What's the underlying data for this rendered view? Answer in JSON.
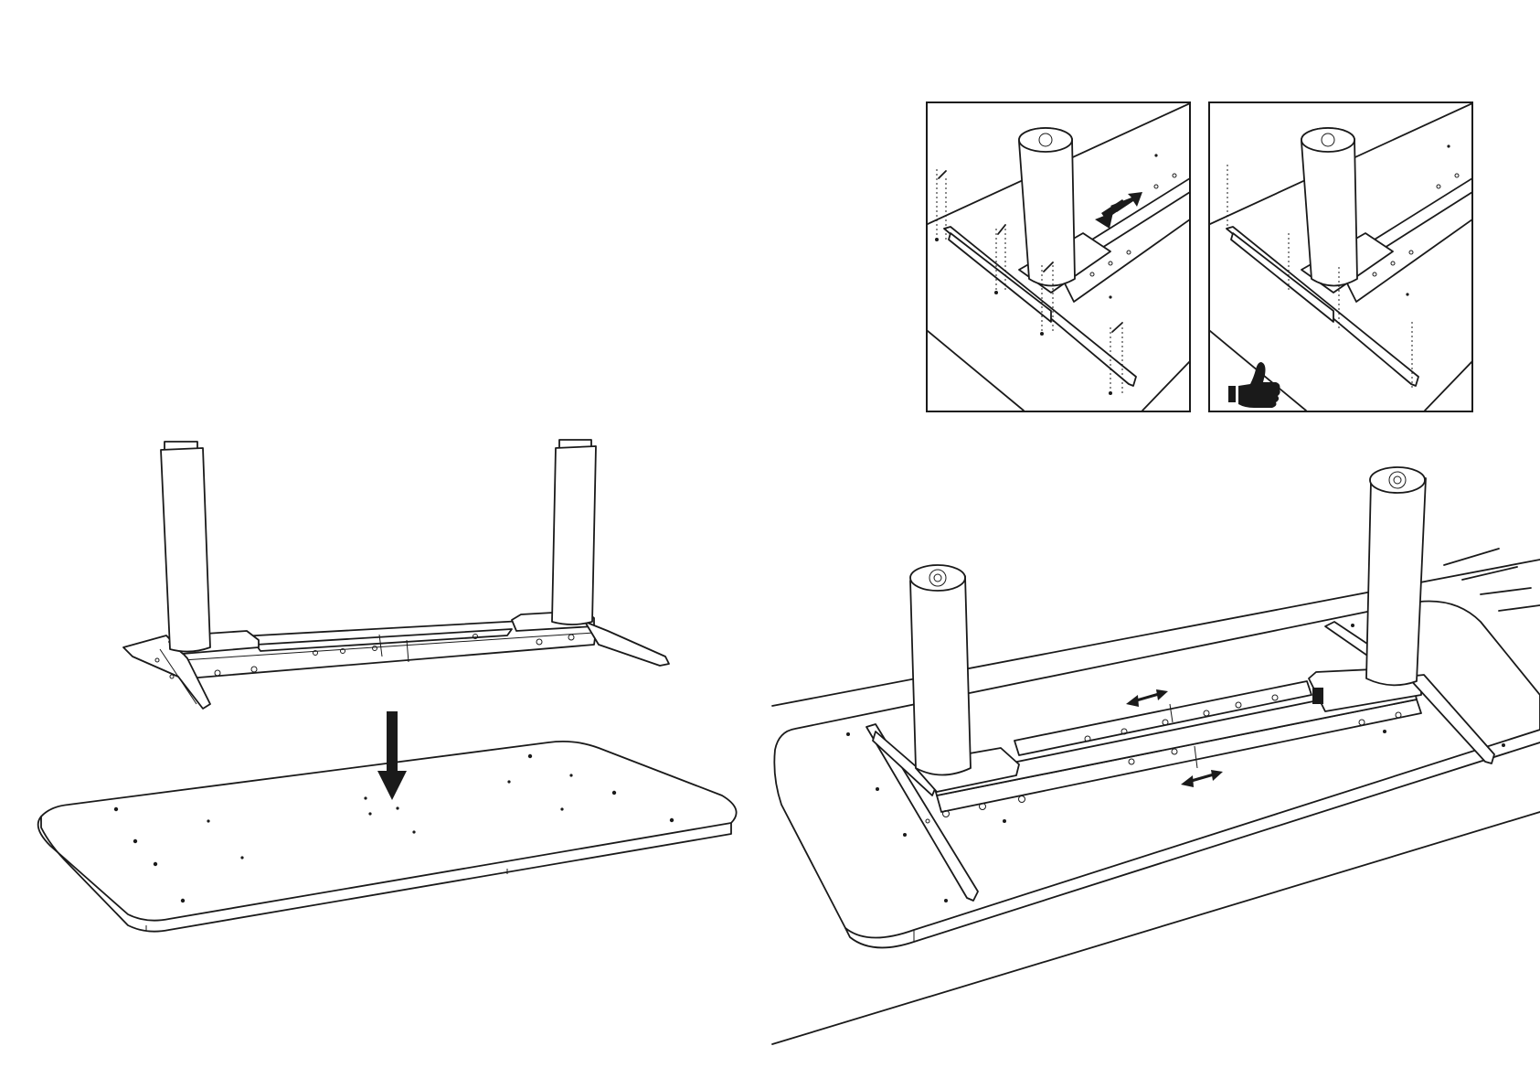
{
  "figure": {
    "panels": [
      {
        "id": "step-lower-frame",
        "arrow": "down-arrow"
      },
      {
        "id": "detail-slide",
        "arrow": "slide-arrow"
      },
      {
        "id": "detail-ok",
        "icon": "thumbs-up-icon"
      },
      {
        "id": "adjust-frame",
        "arrow": "double-arrow"
      }
    ],
    "colors": {
      "ink": "#1a1a1a",
      "paper": "#ffffff"
    }
  }
}
